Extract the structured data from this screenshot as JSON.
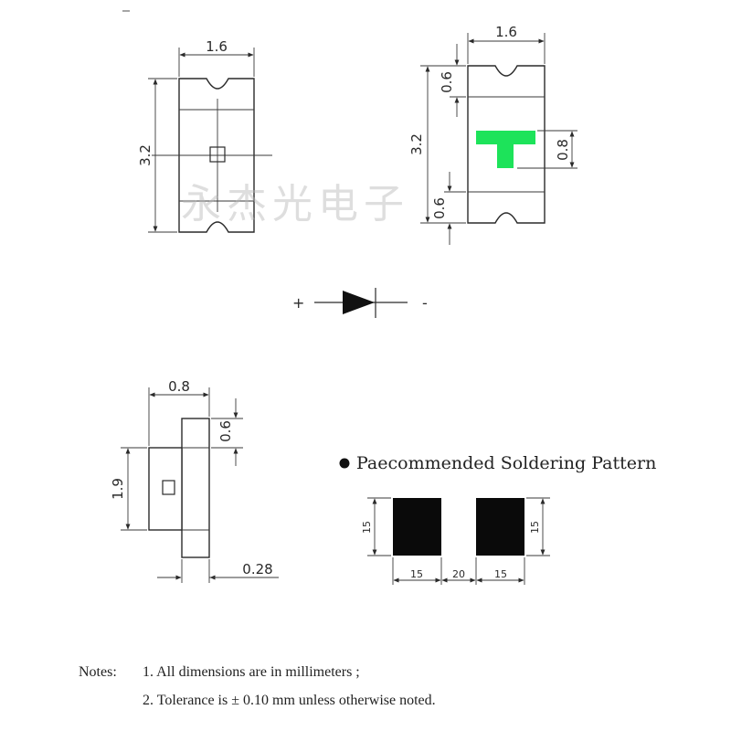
{
  "top_view": {
    "width_label": "1.6",
    "length_label": "3.2"
  },
  "bottom_view": {
    "width_label": "1.6",
    "length_label": "3.2",
    "pad_top_label": "0.6",
    "pad_bottom_label": "0.6",
    "polarity_mark_label": "0.8",
    "polarity_color": "#1de35a"
  },
  "watermark": {
    "text": "永杰光电子"
  },
  "diode_symbol": {
    "anode_label": "+",
    "cathode_label": "-"
  },
  "side_view": {
    "width_label": "0.8",
    "height_label": "1.9",
    "cap_label": "0.6",
    "lead_label": "0.28"
  },
  "soldering_pattern": {
    "title": "Paecommended Soldering Pattern",
    "pad_height_left": "15",
    "pad_height_right": "15",
    "pad_width_left": "15",
    "gap": "20",
    "pad_width_right": "15"
  },
  "notes": {
    "heading": "Notes:",
    "line1": "1. All dimensions are in millimeters ;",
    "line2": "2. Tolerance is ± 0.10 mm unless otherwise noted."
  }
}
